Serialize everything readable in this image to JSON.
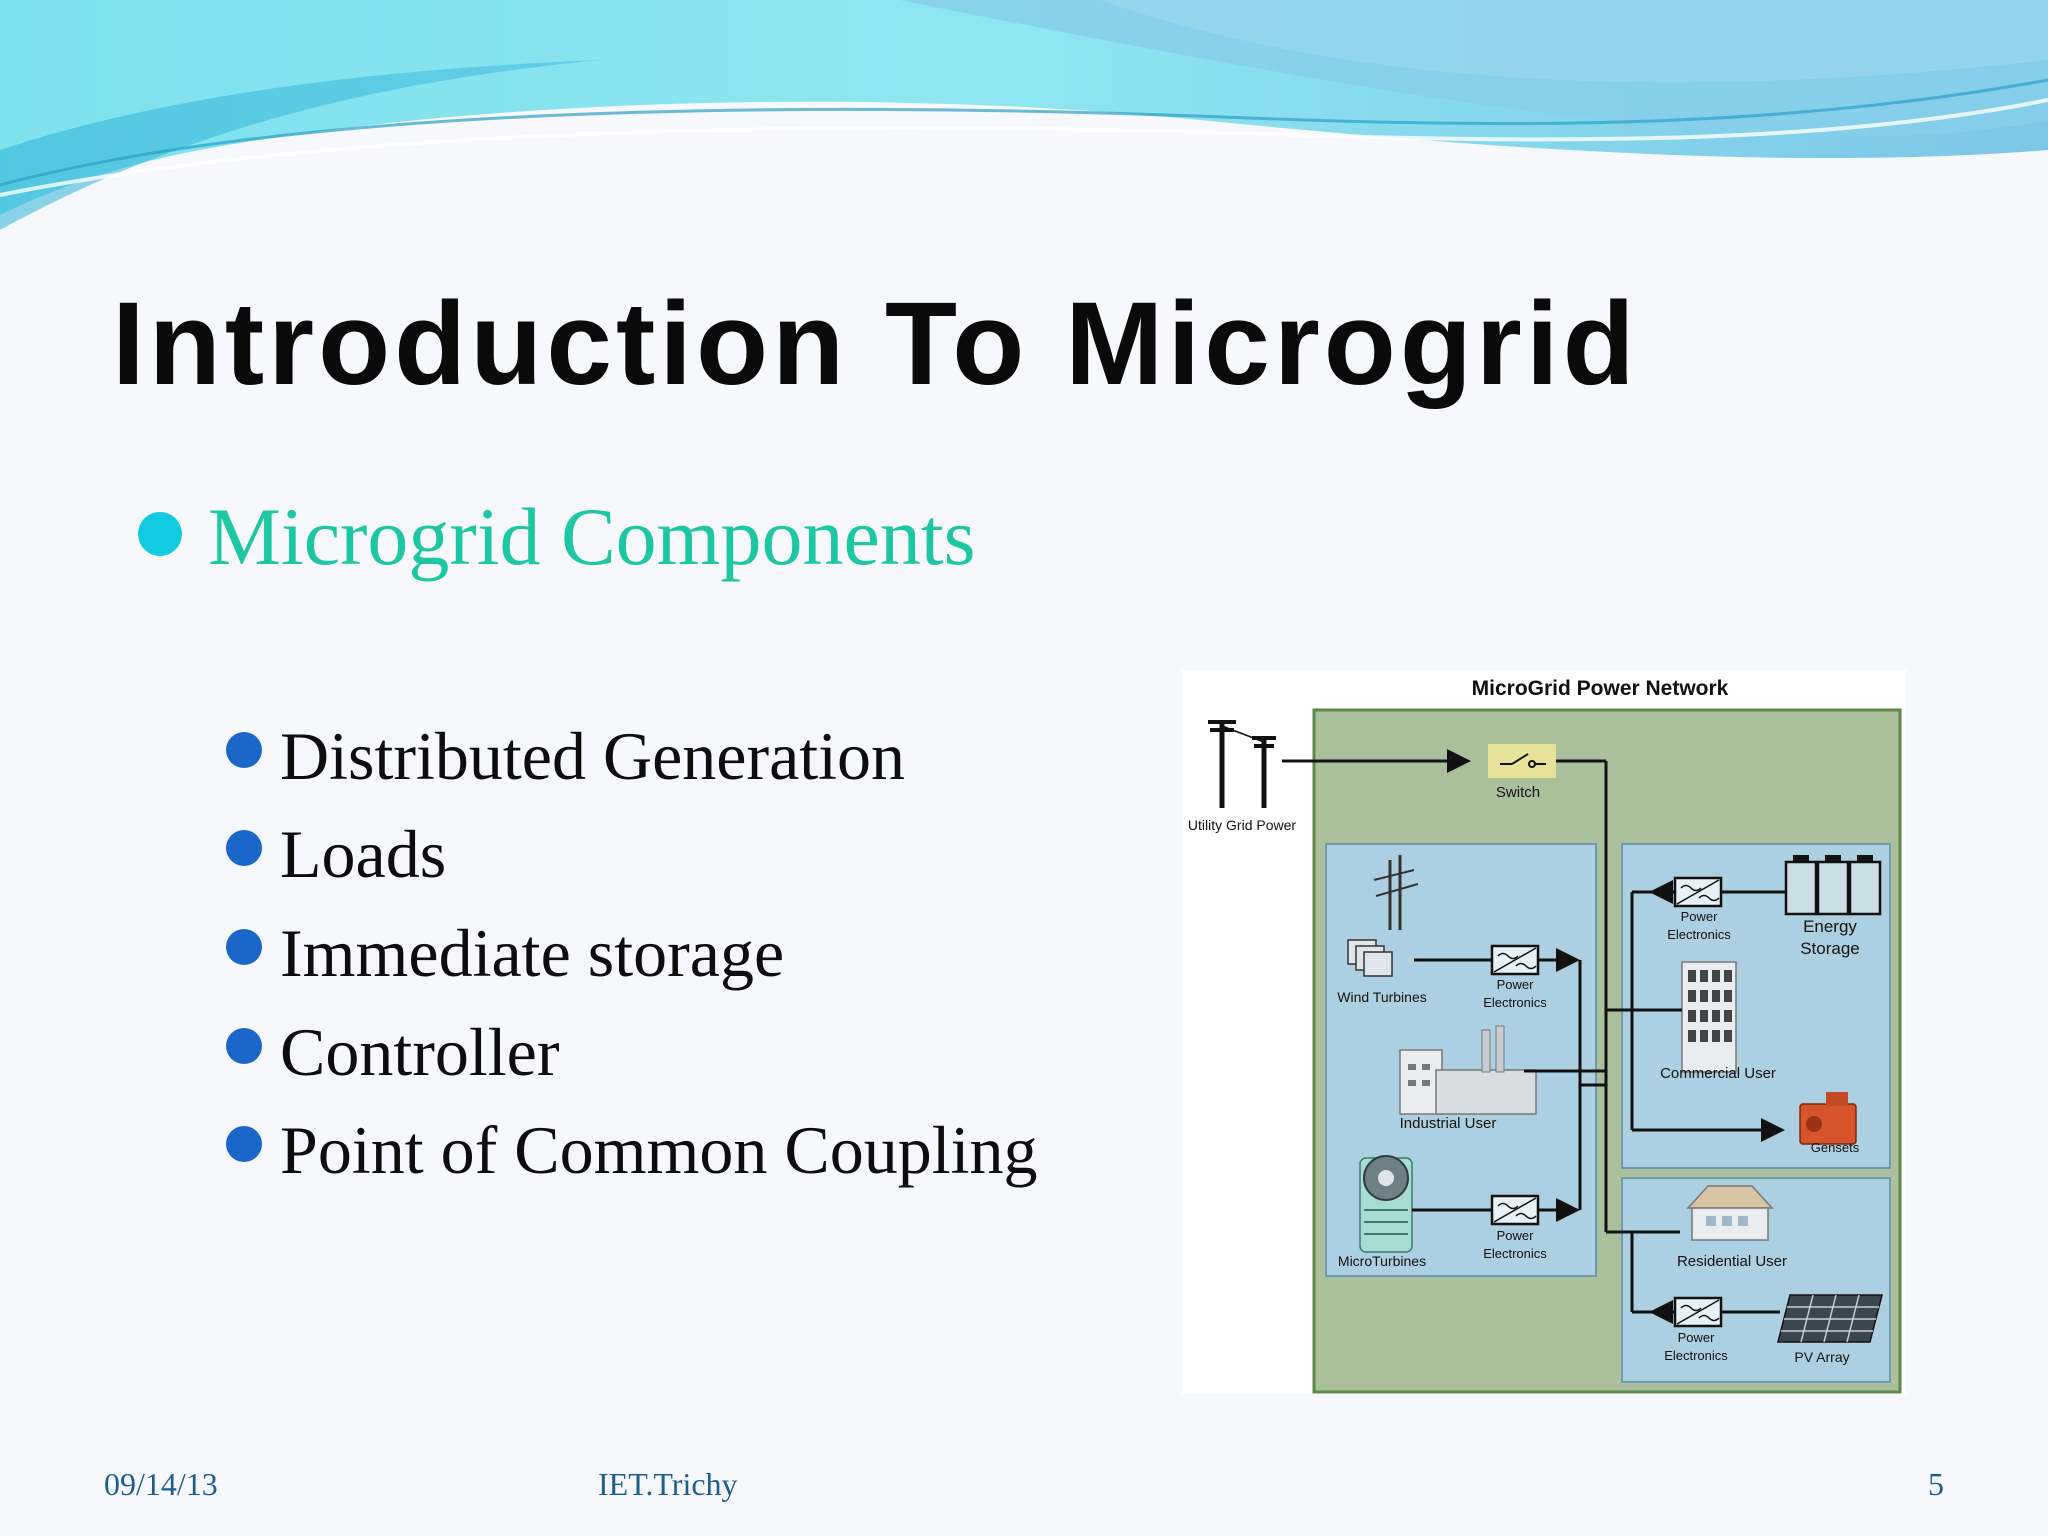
{
  "slide": {
    "title": "Introduction To Microgrid",
    "main_bullet": "Microgrid Components",
    "sub_bullets": [
      "Distributed Generation",
      "Loads",
      "Immediate storage",
      "Controller",
      "Point of Common Coupling"
    ]
  },
  "diagram": {
    "title": "MicroGrid Power Network",
    "labels": {
      "utility_grid_power": "Utility Grid Power",
      "switch": "Switch",
      "wind_turbines": "Wind Turbines",
      "power": "Power",
      "electronics": "Electronics",
      "industrial_user": "Industrial User",
      "microturbines": "MicroTurbines",
      "energy": "Energy",
      "storage": "Storage",
      "commercial_user": "Commercial User",
      "gensets": "Gensets",
      "residential_user": "Residential User",
      "pv_array": "PV Array"
    }
  },
  "footer": {
    "date": "09/14/13",
    "organization": "IET.Trichy",
    "page_number": "5"
  },
  "colors": {
    "title": "#0a0a0a",
    "main_bullet_text": "#1dc7a4",
    "main_bullet_dot": "#13cbe0",
    "sub_bullet_dot": "#1b67c9",
    "footer_text": "#1d5f8c",
    "diagram_outer": "#a9c09a",
    "diagram_panel": "#acd0e1"
  }
}
